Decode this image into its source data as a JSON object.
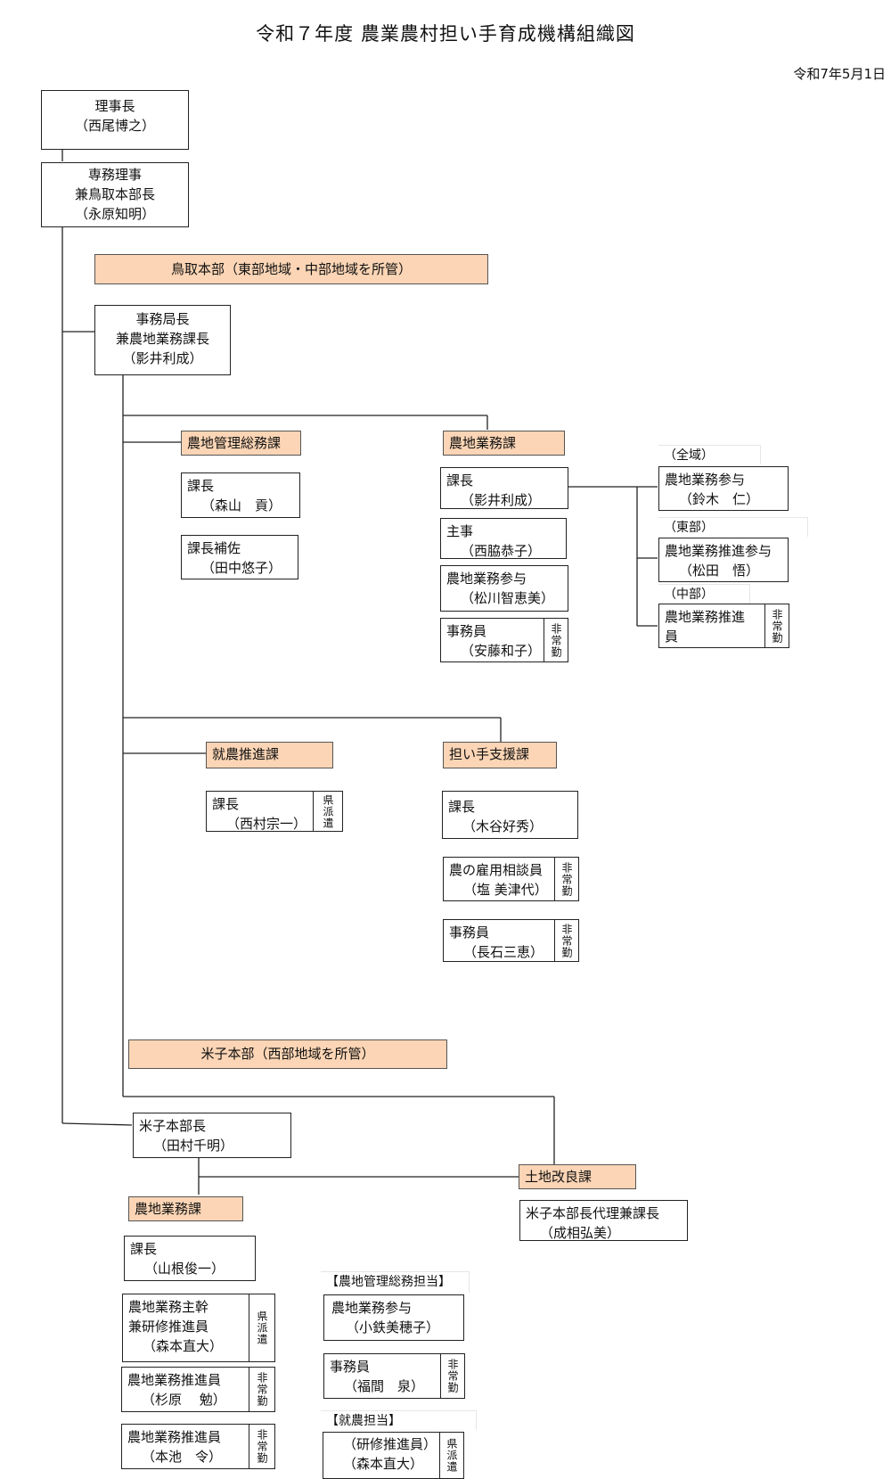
{
  "header": {
    "title": "令和７年度 農業農村担い手育成機構組織図",
    "date": "令和7年5月1日"
  },
  "top": {
    "chairman": {
      "role": "理事長",
      "name": "（西尾博之）"
    },
    "director": {
      "role1": "専務理事",
      "role2": "兼鳥取本部長",
      "name": "（永原知明）"
    }
  },
  "tottori": {
    "banner": "鳥取本部（東部地域・中部地域を所管）",
    "secretary_general": {
      "role1": "事務局長",
      "role2": "兼農地業務課長",
      "name": "（影井利成）"
    },
    "management": {
      "dept": "農地管理総務課",
      "chief": {
        "role": "課長",
        "name": "（森山　貢）"
      },
      "deputy": {
        "role": "課長補佐",
        "name": "（田中悠子）"
      }
    },
    "farmland": {
      "dept": "農地業務課",
      "chief": {
        "role": "課長",
        "name": "（影井利成）"
      },
      "staff1": {
        "role": "主事",
        "name": "（西脇恭子）"
      },
      "staff2": {
        "role": "農地業務参与",
        "name": "（松川智恵美）"
      },
      "staff3": {
        "role": "事務員",
        "name": "（安藤和子）",
        "badge": "非常勤"
      }
    },
    "regions": {
      "all": {
        "tag": "（全域）",
        "role": "農地業務参与",
        "name": "（鈴木　仁）"
      },
      "east": {
        "tag": "（東部）",
        "role": "農地業務推進参与",
        "name": "（松田　悟）"
      },
      "central": {
        "tag": "（中部）",
        "role1": "農地業務推進",
        "role2": "員",
        "badge": "非常勤"
      }
    },
    "employment": {
      "dept": "就農推進課",
      "chief": {
        "role": "課長",
        "name": "（西村宗一）",
        "badge": "県派遣"
      }
    },
    "support": {
      "dept": "担い手支援課",
      "chief": {
        "role": "課長",
        "name": "（木谷好秀）"
      },
      "staff1": {
        "role": "農の雇用相談員",
        "name": "（塩 美津代）",
        "badge": "非常勤"
      },
      "staff2": {
        "role": "事務員",
        "name": "（長石三恵）",
        "badge": "非常勤"
      }
    }
  },
  "yonago": {
    "banner": "米子本部（西部地域を所管）",
    "head": {
      "role": "米子本部長",
      "name": "（田村千明）"
    },
    "land": {
      "dept": "土地改良課",
      "chief": {
        "role": "米子本部長代理兼課長",
        "name": "（成相弘美）"
      }
    },
    "farmland": {
      "dept": "農地業務課",
      "chief": {
        "role": "課長",
        "name": "（山根俊一）"
      },
      "staff1": {
        "role1": "農地業務主幹",
        "role2": "兼研修推進員",
        "name": "（森本直大）",
        "badge": "県派遣"
      },
      "staff2": {
        "role": "農地業務推進員",
        "name": "（杉原　 勉）",
        "badge": "非常勤"
      },
      "staff3": {
        "role": "農地業務推進員",
        "name": "（本池　令）",
        "badge": "非常勤"
      }
    },
    "mgmt_group": {
      "tag": "【農地管理総務担当】",
      "staff1": {
        "role": "農地業務参与",
        "name": "（小鉄美穂子）"
      },
      "staff2": {
        "role": "事務員",
        "name": "（福間　泉）",
        "badge": "非常勤"
      }
    },
    "emp_group": {
      "tag": "【就農担当】",
      "staff1": {
        "role": "（研修推進員）",
        "name": "（森本直大）",
        "badge": "県派遣"
      }
    }
  }
}
